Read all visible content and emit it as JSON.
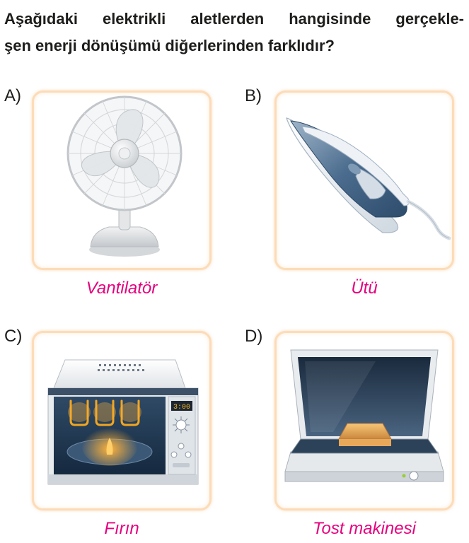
{
  "question": {
    "line1": "Aşağıdaki elektrikli aletlerden hangisinde gerçekle-",
    "line2": "şen enerji dönüşümü  diğerlerinden farklıdır?"
  },
  "options": [
    {
      "letter": "A)",
      "caption": "Vantilatör",
      "icon": "fan-icon"
    },
    {
      "letter": "B)",
      "caption": "Ütü",
      "icon": "iron-icon"
    },
    {
      "letter": "C)",
      "caption": "Fırın",
      "icon": "microwave-oven-icon",
      "display": "3:00"
    },
    {
      "letter": "D)",
      "caption": "Tost makinesi",
      "icon": "toaster-icon"
    }
  ],
  "colors": {
    "caption": "#e5007e",
    "card_border": "#fcdcb8",
    "text": "#1d1d1b"
  }
}
